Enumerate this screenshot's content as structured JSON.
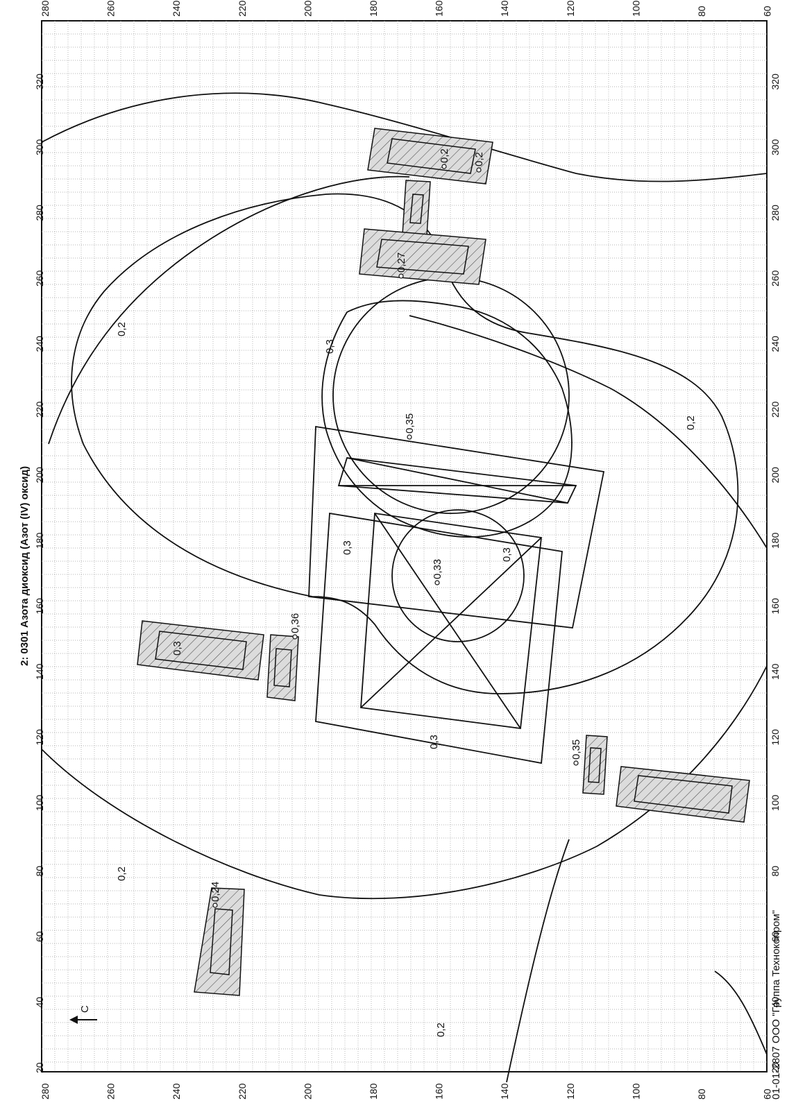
{
  "title": "2:  0301 Азота диоксид (Азот (IV) оксид)",
  "footer": "01-01-2807 ООО \"Группа Технокопром\"",
  "north_label": "С",
  "colors": {
    "line": "#111111",
    "grid": "#9a9a9a",
    "hatch": "#555555",
    "fill": "#dcdcdc",
    "background": "#ffffff"
  },
  "axes": {
    "x_ticks": [
      "20",
      "40",
      "60",
      "80",
      "100",
      "120",
      "140",
      "160",
      "180",
      "200",
      "220",
      "240",
      "260",
      "280",
      "300",
      "320"
    ],
    "y_ticks": [
      "280",
      "260",
      "240",
      "220",
      "200",
      "180",
      "160",
      "140",
      "120",
      "100",
      "80",
      "60"
    ]
  },
  "isolines": [
    {
      "value": 0.2,
      "labels": [
        "0,2",
        "0,2",
        "0,2",
        "0,2"
      ]
    },
    {
      "value": 0.3,
      "labels": [
        "0,3",
        "0,3",
        "0,3",
        "0,3",
        "0,3"
      ]
    }
  ],
  "points": [
    {
      "label": "0,24"
    },
    {
      "label": "0,35"
    },
    {
      "label": "0,35"
    },
    {
      "label": "0,27"
    },
    {
      "label": "0,36"
    },
    {
      "label": "0,33"
    },
    {
      "label": "0,2"
    },
    {
      "label": "0,2"
    }
  ],
  "features": [
    {
      "type": "building",
      "name": "hatched-building"
    },
    {
      "type": "building",
      "name": "hatched-building"
    },
    {
      "type": "building",
      "name": "hatched-building"
    },
    {
      "type": "building",
      "name": "hatched-building"
    },
    {
      "type": "building",
      "name": "hatched-building"
    },
    {
      "type": "building",
      "name": "hatched-building"
    },
    {
      "type": "building",
      "name": "hatched-building"
    },
    {
      "type": "source",
      "name": "rotated-rectangle-source"
    },
    {
      "type": "source",
      "name": "square-source"
    }
  ]
}
